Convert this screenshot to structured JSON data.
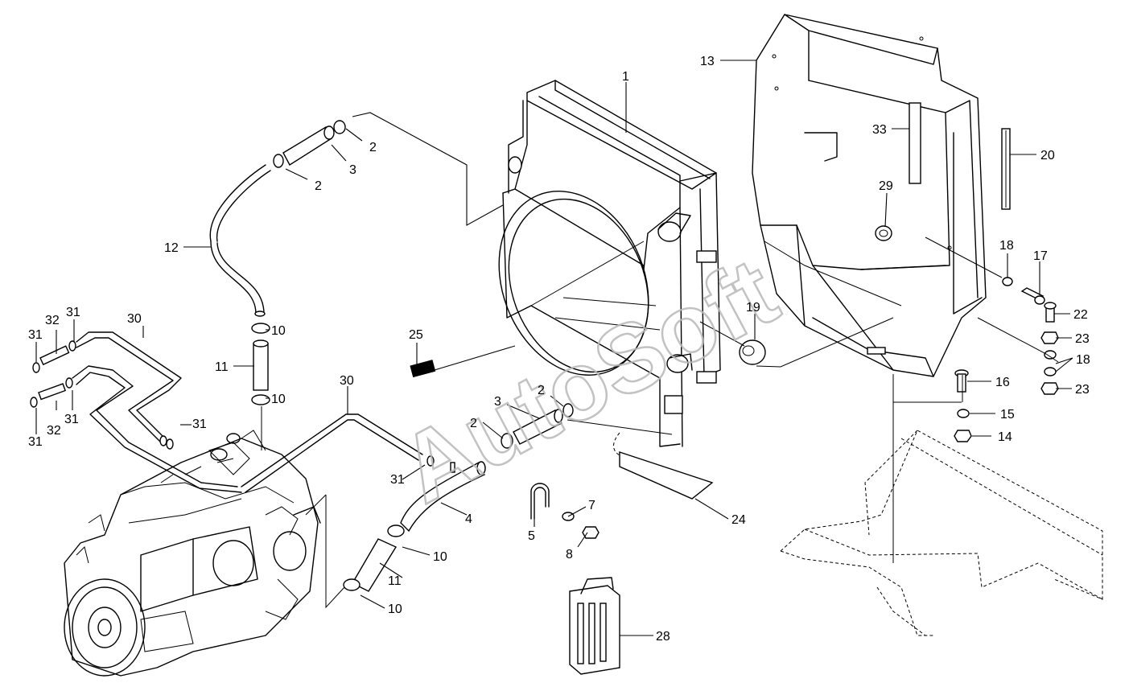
{
  "watermark": "AutoSoft",
  "callouts": [
    {
      "id": "c1",
      "label": "1"
    },
    {
      "id": "c2a",
      "label": "2"
    },
    {
      "id": "c2b",
      "label": "2"
    },
    {
      "id": "c2c",
      "label": "2"
    },
    {
      "id": "c2d",
      "label": "2"
    },
    {
      "id": "c3a",
      "label": "3"
    },
    {
      "id": "c3b",
      "label": "3"
    },
    {
      "id": "c4",
      "label": "4"
    },
    {
      "id": "c5",
      "label": "5"
    },
    {
      "id": "c7",
      "label": "7"
    },
    {
      "id": "c8",
      "label": "8"
    },
    {
      "id": "c10a",
      "label": "10"
    },
    {
      "id": "c10b",
      "label": "10"
    },
    {
      "id": "c10c",
      "label": "10"
    },
    {
      "id": "c10d",
      "label": "10"
    },
    {
      "id": "c11a",
      "label": "11"
    },
    {
      "id": "c11b",
      "label": "11"
    },
    {
      "id": "c12",
      "label": "12"
    },
    {
      "id": "c13",
      "label": "13"
    },
    {
      "id": "c14",
      "label": "14"
    },
    {
      "id": "c15",
      "label": "15"
    },
    {
      "id": "c16",
      "label": "16"
    },
    {
      "id": "c17",
      "label": "17"
    },
    {
      "id": "c18a",
      "label": "18"
    },
    {
      "id": "c18b",
      "label": "18"
    },
    {
      "id": "c19",
      "label": "19"
    },
    {
      "id": "c20",
      "label": "20"
    },
    {
      "id": "c22",
      "label": "22"
    },
    {
      "id": "c23a",
      "label": "23"
    },
    {
      "id": "c23b",
      "label": "23"
    },
    {
      "id": "c24",
      "label": "24"
    },
    {
      "id": "c25",
      "label": "25"
    },
    {
      "id": "c28",
      "label": "28"
    },
    {
      "id": "c29",
      "label": "29"
    },
    {
      "id": "c30a",
      "label": "30"
    },
    {
      "id": "c30b",
      "label": "30"
    },
    {
      "id": "c31a",
      "label": "31"
    },
    {
      "id": "c31b",
      "label": "31"
    },
    {
      "id": "c31c",
      "label": "31"
    },
    {
      "id": "c31d",
      "label": "31"
    },
    {
      "id": "c31e",
      "label": "31"
    },
    {
      "id": "c31f",
      "label": "31"
    },
    {
      "id": "c32a",
      "label": "32"
    },
    {
      "id": "c32b",
      "label": "32"
    },
    {
      "id": "c33",
      "label": "33"
    }
  ]
}
